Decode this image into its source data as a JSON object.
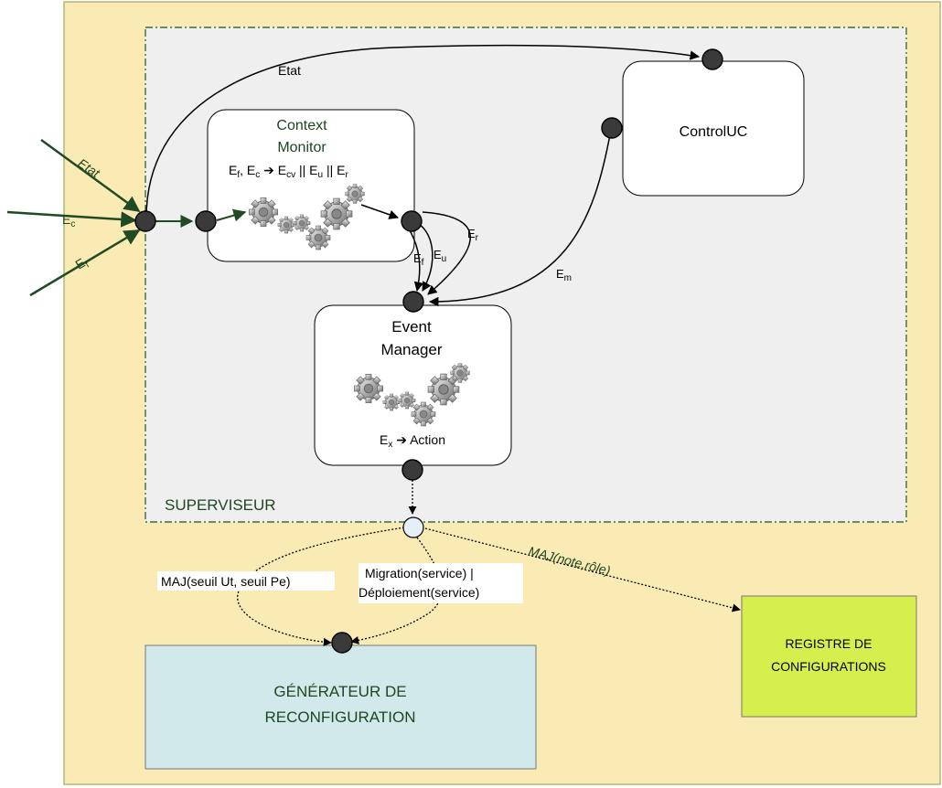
{
  "diagram": {
    "supervisor_label": "SUPERVISEUR",
    "context_monitor": {
      "title_line1": "Context",
      "title_line2": "Monitor",
      "rule": {
        "a": "E",
        "a_sub": "f",
        "sep1": ", E",
        "b_sub": "c",
        "arrow": " ➔ E",
        "c_sub": "cv",
        "sep2": " || E",
        "d_sub": "u",
        "sep3": " || E",
        "e_sub": "r"
      }
    },
    "control_uc": {
      "label": "ControlUC"
    },
    "event_manager": {
      "title_line1": "Event",
      "title_line2": "Manager",
      "rule": {
        "a": "E",
        "a_sub": "x",
        "rest": " ➔ Action"
      }
    },
    "generator": {
      "line1": "GÉNÉRATEUR DE",
      "line2": "RECONFIGURATION"
    },
    "registry": {
      "line1": "REGISTRE DE",
      "line2": "CONFIGURATIONS"
    },
    "edges": {
      "etat_top": "Etat",
      "etat_in": "Etat",
      "ec_in": {
        "main": "E",
        "sub": "c"
      },
      "ef_in": {
        "main": "E",
        "sub": "f"
      },
      "ef_out": {
        "main": "E",
        "sub": "f"
      },
      "eu_out": {
        "main": "E",
        "sub": "u"
      },
      "er_out": {
        "main": "E",
        "sub": "r"
      },
      "em": {
        "main": "E",
        "sub": "m"
      },
      "maj_seuil": "MAJ(seuil Ut, seuil Pe)",
      "migration_line1": "Migration(service) |",
      "migration_line2": "Déploiement(service)",
      "maj_note": "MAJ(note,rôle)"
    },
    "colors": {
      "outer_bg": "#faeab3",
      "outer_border": "#9aaa5a",
      "supervisor_bg": "#efefef",
      "supervisor_border": "#3d6b3f",
      "green_arrow": "#1f4a23",
      "generator_bg": "#d2e9ec",
      "registry_bg": "#d7ef4c"
    }
  }
}
